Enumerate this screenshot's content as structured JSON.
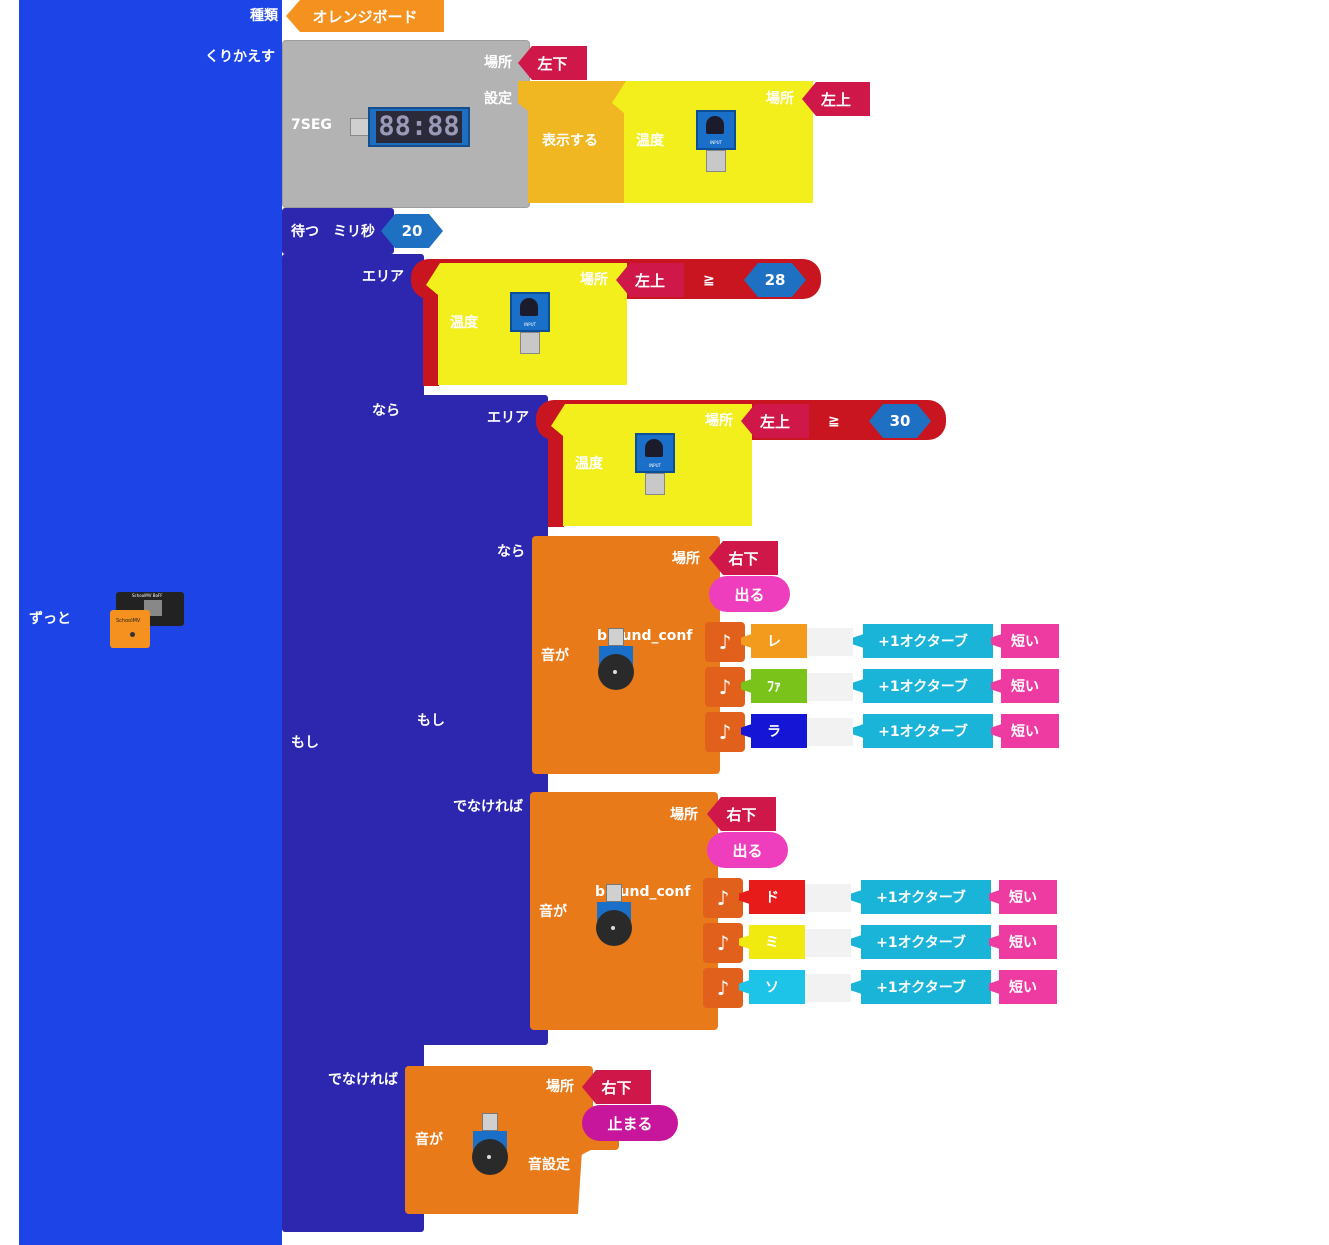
{
  "forever": {
    "label": "ずっと"
  },
  "board_type": {
    "label": "種類",
    "value": "オレンジボード"
  },
  "repeat": {
    "label": "くりかえす"
  },
  "seg7": {
    "name": "7SEG",
    "display": "88:88",
    "place_label": "場所",
    "place_value": "左下",
    "setting_label": "設定"
  },
  "show_block": {
    "label": "表示する"
  },
  "temp_sensor_labels": {
    "temp": "温度",
    "place": "場所"
  },
  "temp_show": {
    "place_value": "左上"
  },
  "wait": {
    "label": "待つ",
    "unit": "ミリ秒",
    "value": "20"
  },
  "if_outer": {
    "if_label": "もし",
    "area_label": "エリア",
    "place_value": "左上",
    "operator": "≧",
    "threshold": "28",
    "then_label": "なら",
    "else_label": "でなければ"
  },
  "if_inner": {
    "if_label": "もし",
    "area_label": "エリア",
    "place_value": "左上",
    "operator": "≧",
    "threshold": "30",
    "then_label": "なら",
    "else_label": "でなければ"
  },
  "sound_labels": {
    "sound": "音が",
    "place": "場所",
    "sound_conf": "b ound_conf",
    "sound_setting": "音設定"
  },
  "sound_then": {
    "place_value": "右下",
    "state": "出る",
    "notes": [
      {
        "name": "レ",
        "color": "#f29b1d",
        "octave": "+1オクターブ",
        "length": "短い"
      },
      {
        "name": "ﾌｧ",
        "color": "#7ac31b",
        "octave": "+1オクターブ",
        "length": "短い"
      },
      {
        "name": "ラ",
        "color": "#1515d6",
        "octave": "+1オクターブ",
        "length": "短い"
      }
    ]
  },
  "sound_else": {
    "place_value": "右下",
    "state": "出る",
    "notes": [
      {
        "name": "ド",
        "color": "#e81b1b",
        "octave": "+1オクターブ",
        "length": "短い"
      },
      {
        "name": "ミ",
        "color": "#f0ea11",
        "octave": "+1オクターブ",
        "length": "短い"
      },
      {
        "name": "ソ",
        "color": "#1ec3e8",
        "octave": "+1オクターブ",
        "length": "短い"
      }
    ]
  },
  "sound_stop": {
    "place_value": "右下",
    "state": "止まる"
  },
  "board_icon": {
    "label_top": "SchoolMV BoFF",
    "label_bottom": "SchoolMV"
  },
  "note_symbol": "♪",
  "colors": {
    "forever": "#1c44e6",
    "if_block": "#2d27b0",
    "seg_block": "#b3b3b3",
    "yellow": "#f2ef1d",
    "show": "#f0b723",
    "place_red": "#d0174a",
    "compare_red": "#c8151f",
    "number_blue": "#1e71c2",
    "sound_orange": "#e87a1a",
    "octave_cyan": "#1ab4d9",
    "short_pink": "#ee3ba2",
    "out_pink": "#ee3dbd",
    "stop_magenta": "#c7169c",
    "board_orange": "#f5911e"
  }
}
